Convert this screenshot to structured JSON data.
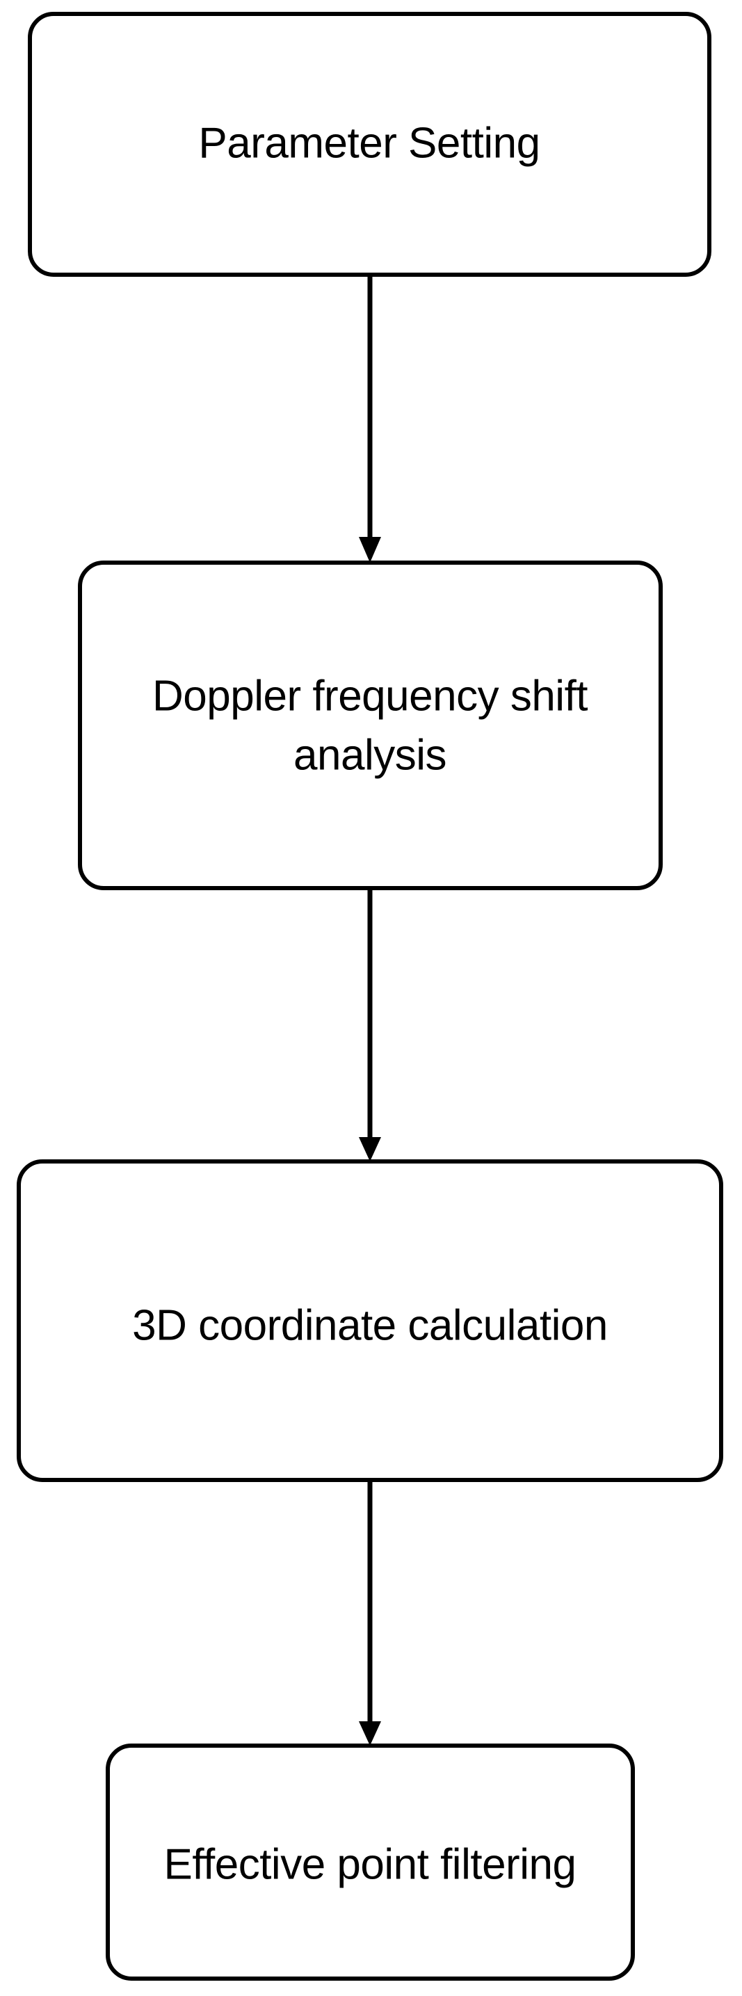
{
  "diagram": {
    "type": "flowchart",
    "orientation": "vertical",
    "background_color": "#ffffff",
    "stroke_color": "#000000",
    "text_color": "#000000",
    "nodes": [
      {
        "id": "node-parameter-setting",
        "label": "Parameter Setting",
        "lines": [
          "Parameter Setting"
        ],
        "shape": "rounded-rectangle"
      },
      {
        "id": "node-doppler-frequency-shift-analysis",
        "label": "Doppler frequency shift analysis",
        "lines": [
          "Doppler frequency shift",
          "analysis"
        ],
        "shape": "rounded-rectangle"
      },
      {
        "id": "node-3d-coordinate-calculation",
        "label": "3D coordinate calculation",
        "lines": [
          "3D coordinate calculation"
        ],
        "shape": "rounded-rectangle"
      },
      {
        "id": "node-effective-point-filtering",
        "label": "Effective point filtering",
        "lines": [
          "Effective point filtering"
        ],
        "shape": "rounded-rectangle"
      }
    ],
    "edges": [
      {
        "id": "edge-1",
        "from": "node-parameter-setting",
        "to": "node-doppler-frequency-shift-analysis",
        "label": "",
        "arrow": "down"
      },
      {
        "id": "edge-2",
        "from": "node-doppler-frequency-shift-analysis",
        "to": "node-3d-coordinate-calculation",
        "label": "",
        "arrow": "down"
      },
      {
        "id": "edge-3",
        "from": "node-3d-coordinate-calculation",
        "to": "node-effective-point-filtering",
        "label": "",
        "arrow": "down"
      }
    ]
  }
}
